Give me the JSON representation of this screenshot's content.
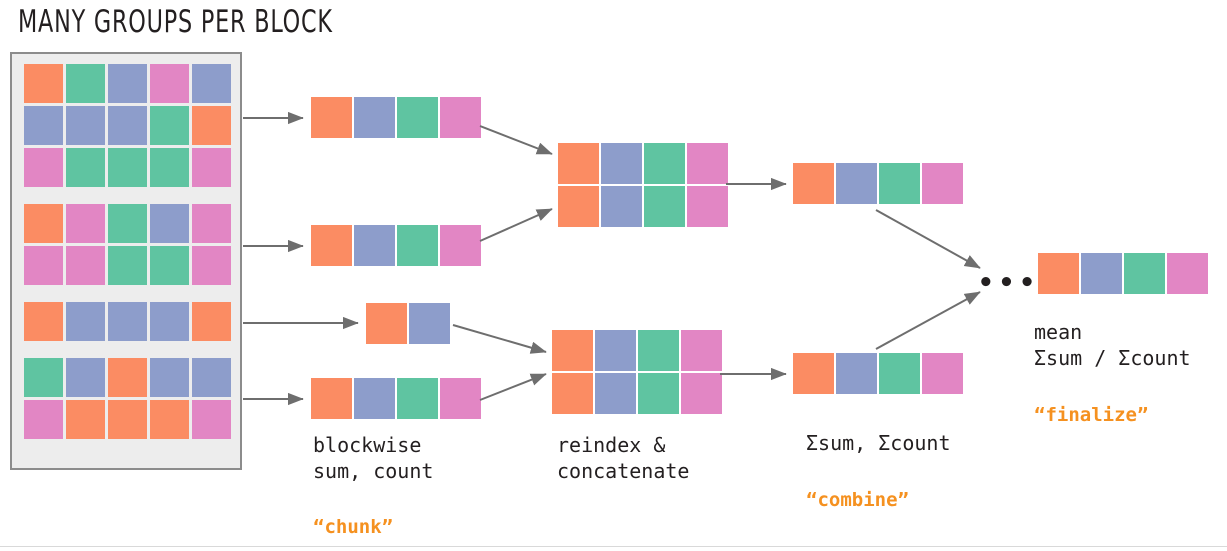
{
  "title": "MANY GROUPS PER BLOCK",
  "palette": {
    "orange": "#fb8c63",
    "green": "#5fc4a1",
    "blue": "#8d9dcb",
    "pink": "#e286c4",
    "accent": "#f59120",
    "text": "#231f20",
    "arrow": "#6e6e6e",
    "panel_bg": "#ededed",
    "panel_border": "#8c8c8c"
  },
  "source_panel": {
    "name": "input-array",
    "blocks": [
      {
        "name": "block-1",
        "rows": [
          [
            "orange",
            "green",
            "blue",
            "pink",
            "blue"
          ],
          [
            "blue",
            "blue",
            "blue",
            "green",
            "orange"
          ],
          [
            "pink",
            "green",
            "green",
            "green",
            "pink"
          ]
        ]
      },
      {
        "name": "block-2",
        "rows": [
          [
            "orange",
            "pink",
            "green",
            "blue",
            "pink"
          ],
          [
            "pink",
            "pink",
            "green",
            "green",
            "pink"
          ]
        ]
      },
      {
        "name": "block-3",
        "rows": [
          [
            "orange",
            "blue",
            "blue",
            "blue",
            "orange"
          ]
        ]
      },
      {
        "name": "block-4",
        "rows": [
          [
            "green",
            "blue",
            "orange",
            "blue",
            "blue"
          ],
          [
            "pink",
            "orange",
            "orange",
            "orange",
            "pink"
          ]
        ]
      }
    ]
  },
  "chunk_stage": {
    "caption": "blockwise\nsum, count",
    "tag": "“chunk”",
    "strips": [
      {
        "name": "chunk-result-1",
        "rows": [
          [
            "orange",
            "blue",
            "green",
            "pink"
          ]
        ]
      },
      {
        "name": "chunk-result-2",
        "rows": [
          [
            "orange",
            "blue",
            "green",
            "pink"
          ]
        ]
      },
      {
        "name": "chunk-result-3",
        "rows": [
          [
            "orange",
            "blue"
          ]
        ]
      },
      {
        "name": "chunk-result-4",
        "rows": [
          [
            "orange",
            "blue",
            "green",
            "pink"
          ]
        ]
      }
    ]
  },
  "concat_stage": {
    "caption": "reindex &\nconcatenate",
    "strips": [
      {
        "name": "concat-result-top",
        "rows": [
          [
            "orange",
            "blue",
            "green",
            "pink"
          ],
          [
            "orange",
            "blue",
            "green",
            "pink"
          ]
        ]
      },
      {
        "name": "concat-result-bottom",
        "rows": [
          [
            "orange",
            "blue",
            "green",
            "pink"
          ],
          [
            "orange",
            "blue",
            "green",
            "pink"
          ]
        ]
      }
    ]
  },
  "combine_stage": {
    "caption": "Σsum, Σcount",
    "tag": "“combine”",
    "strips": [
      {
        "name": "combine-result-top",
        "rows": [
          [
            "orange",
            "blue",
            "green",
            "pink"
          ]
        ]
      },
      {
        "name": "combine-result-bottom",
        "rows": [
          [
            "orange",
            "blue",
            "green",
            "pink"
          ]
        ]
      }
    ]
  },
  "finalize_stage": {
    "caption": "mean\nΣsum / Σcount",
    "tag": "“finalize”",
    "ellipsis": "•••",
    "strips": [
      {
        "name": "final-result",
        "rows": [
          [
            "orange",
            "blue",
            "green",
            "pink"
          ]
        ]
      }
    ]
  }
}
